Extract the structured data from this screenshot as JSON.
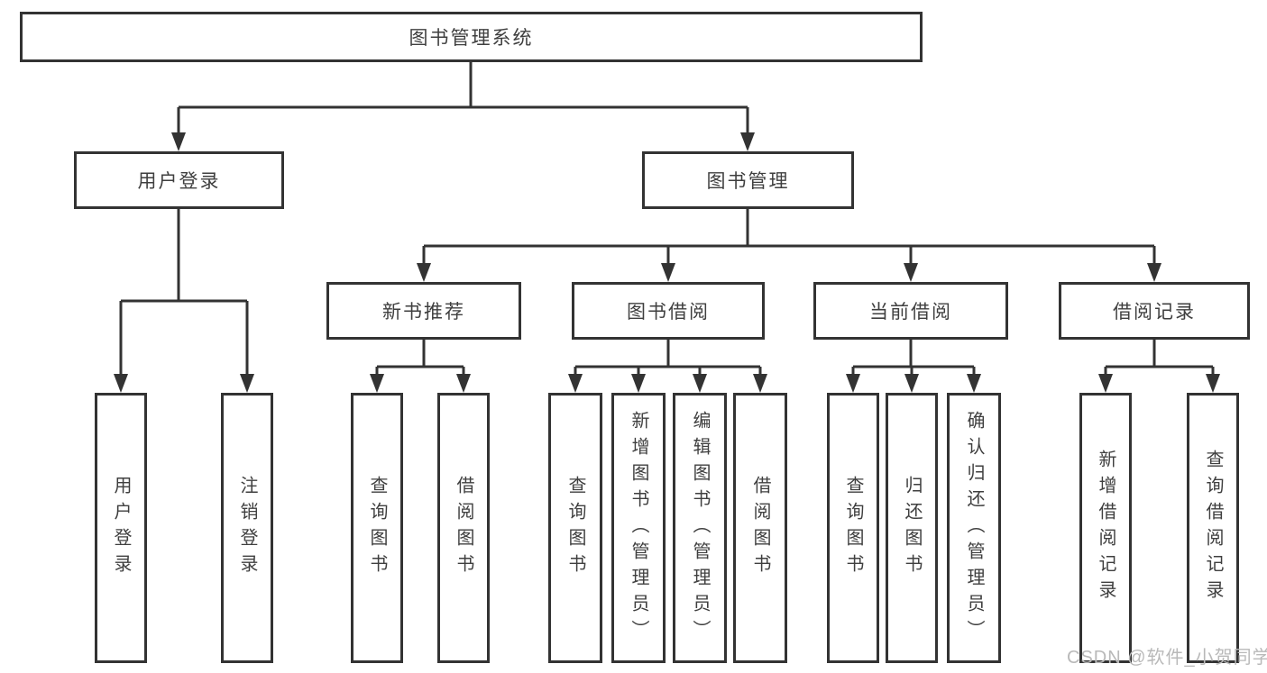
{
  "diagram": {
    "type": "hierarchy-tree",
    "root": {
      "label": "图书管理系统"
    },
    "branches": [
      {
        "label": "用户登录",
        "children": [
          {
            "label": "用户登录"
          },
          {
            "label": "注销登录"
          }
        ]
      },
      {
        "label": "图书管理",
        "children": [
          {
            "label": "新书推荐",
            "children": [
              {
                "label": "查询图书"
              },
              {
                "label": "借阅图书"
              }
            ]
          },
          {
            "label": "图书借阅",
            "children": [
              {
                "label": "查询图书"
              },
              {
                "label": "新增图书（管理员）"
              },
              {
                "label": "编辑图书（管理员）"
              },
              {
                "label": "借阅图书"
              }
            ]
          },
          {
            "label": "当前借阅",
            "children": [
              {
                "label": "查询图书"
              },
              {
                "label": "归还图书"
              },
              {
                "label": "确认归还（管理员）"
              }
            ]
          },
          {
            "label": "借阅记录",
            "children": [
              {
                "label": "新增借阅记录"
              },
              {
                "label": "查询借阅记录"
              }
            ]
          }
        ]
      }
    ],
    "watermark": "CSDN @软件_小贺同学",
    "colors": {
      "line": "#333333",
      "text": "#3f3f3f",
      "watermark": "#b9b9b9",
      "background": "#ffffff"
    }
  }
}
